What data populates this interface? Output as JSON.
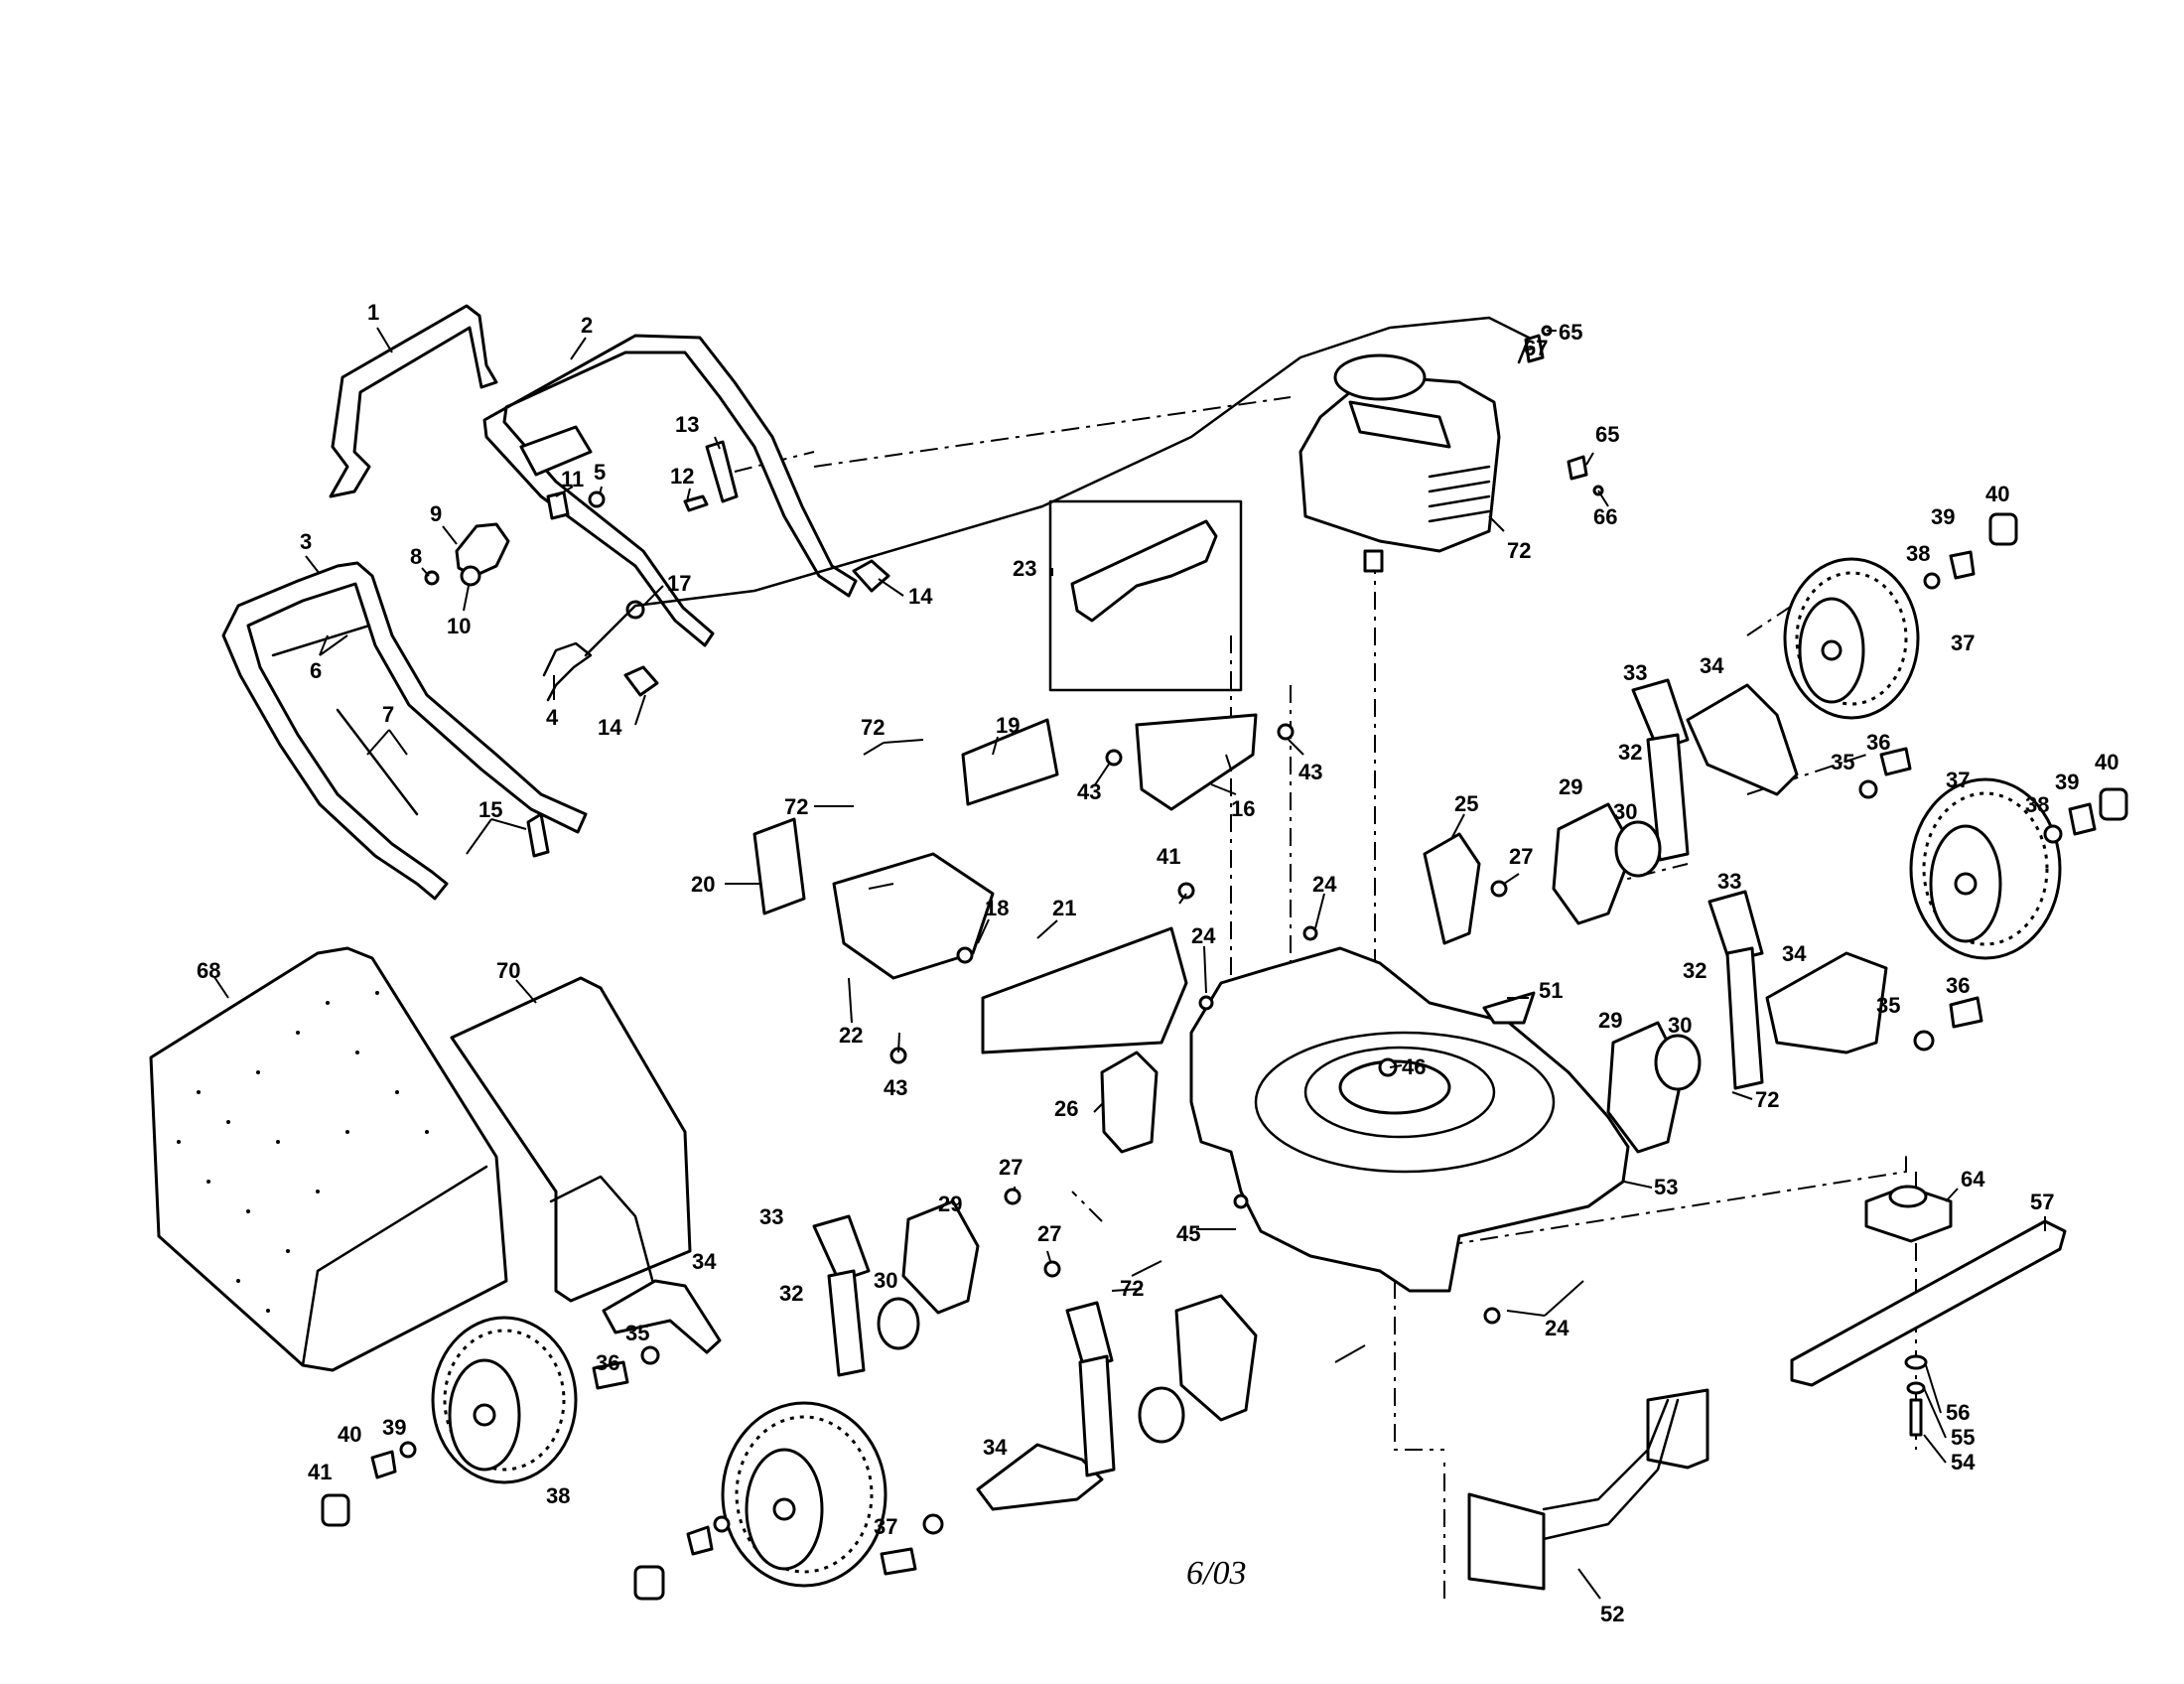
{
  "diagram": {
    "date_stamp": "6/03",
    "callouts": [
      "1",
      "2",
      "3",
      "4",
      "5",
      "6",
      "7",
      "8",
      "9",
      "10",
      "11",
      "12",
      "13",
      "14",
      "14",
      "15",
      "16",
      "17",
      "18",
      "19",
      "20",
      "21",
      "22",
      "23",
      "24",
      "24",
      "24",
      "25",
      "26",
      "27",
      "27",
      "27",
      "29",
      "29",
      "29",
      "30",
      "30",
      "30",
      "32",
      "32",
      "32",
      "33",
      "33",
      "33",
      "34",
      "34",
      "34",
      "34",
      "35",
      "35",
      "35",
      "36",
      "36",
      "36",
      "37",
      "37",
      "37",
      "38",
      "38",
      "38",
      "39",
      "39",
      "39",
      "40",
      "40",
      "40",
      "41",
      "41",
      "43",
      "43",
      "43",
      "45",
      "46",
      "51",
      "52",
      "53",
      "54",
      "55",
      "56",
      "57",
      "64",
      "65",
      "65",
      "66",
      "67",
      "68",
      "70",
      "72",
      "72",
      "72",
      "72",
      "72"
    ]
  }
}
